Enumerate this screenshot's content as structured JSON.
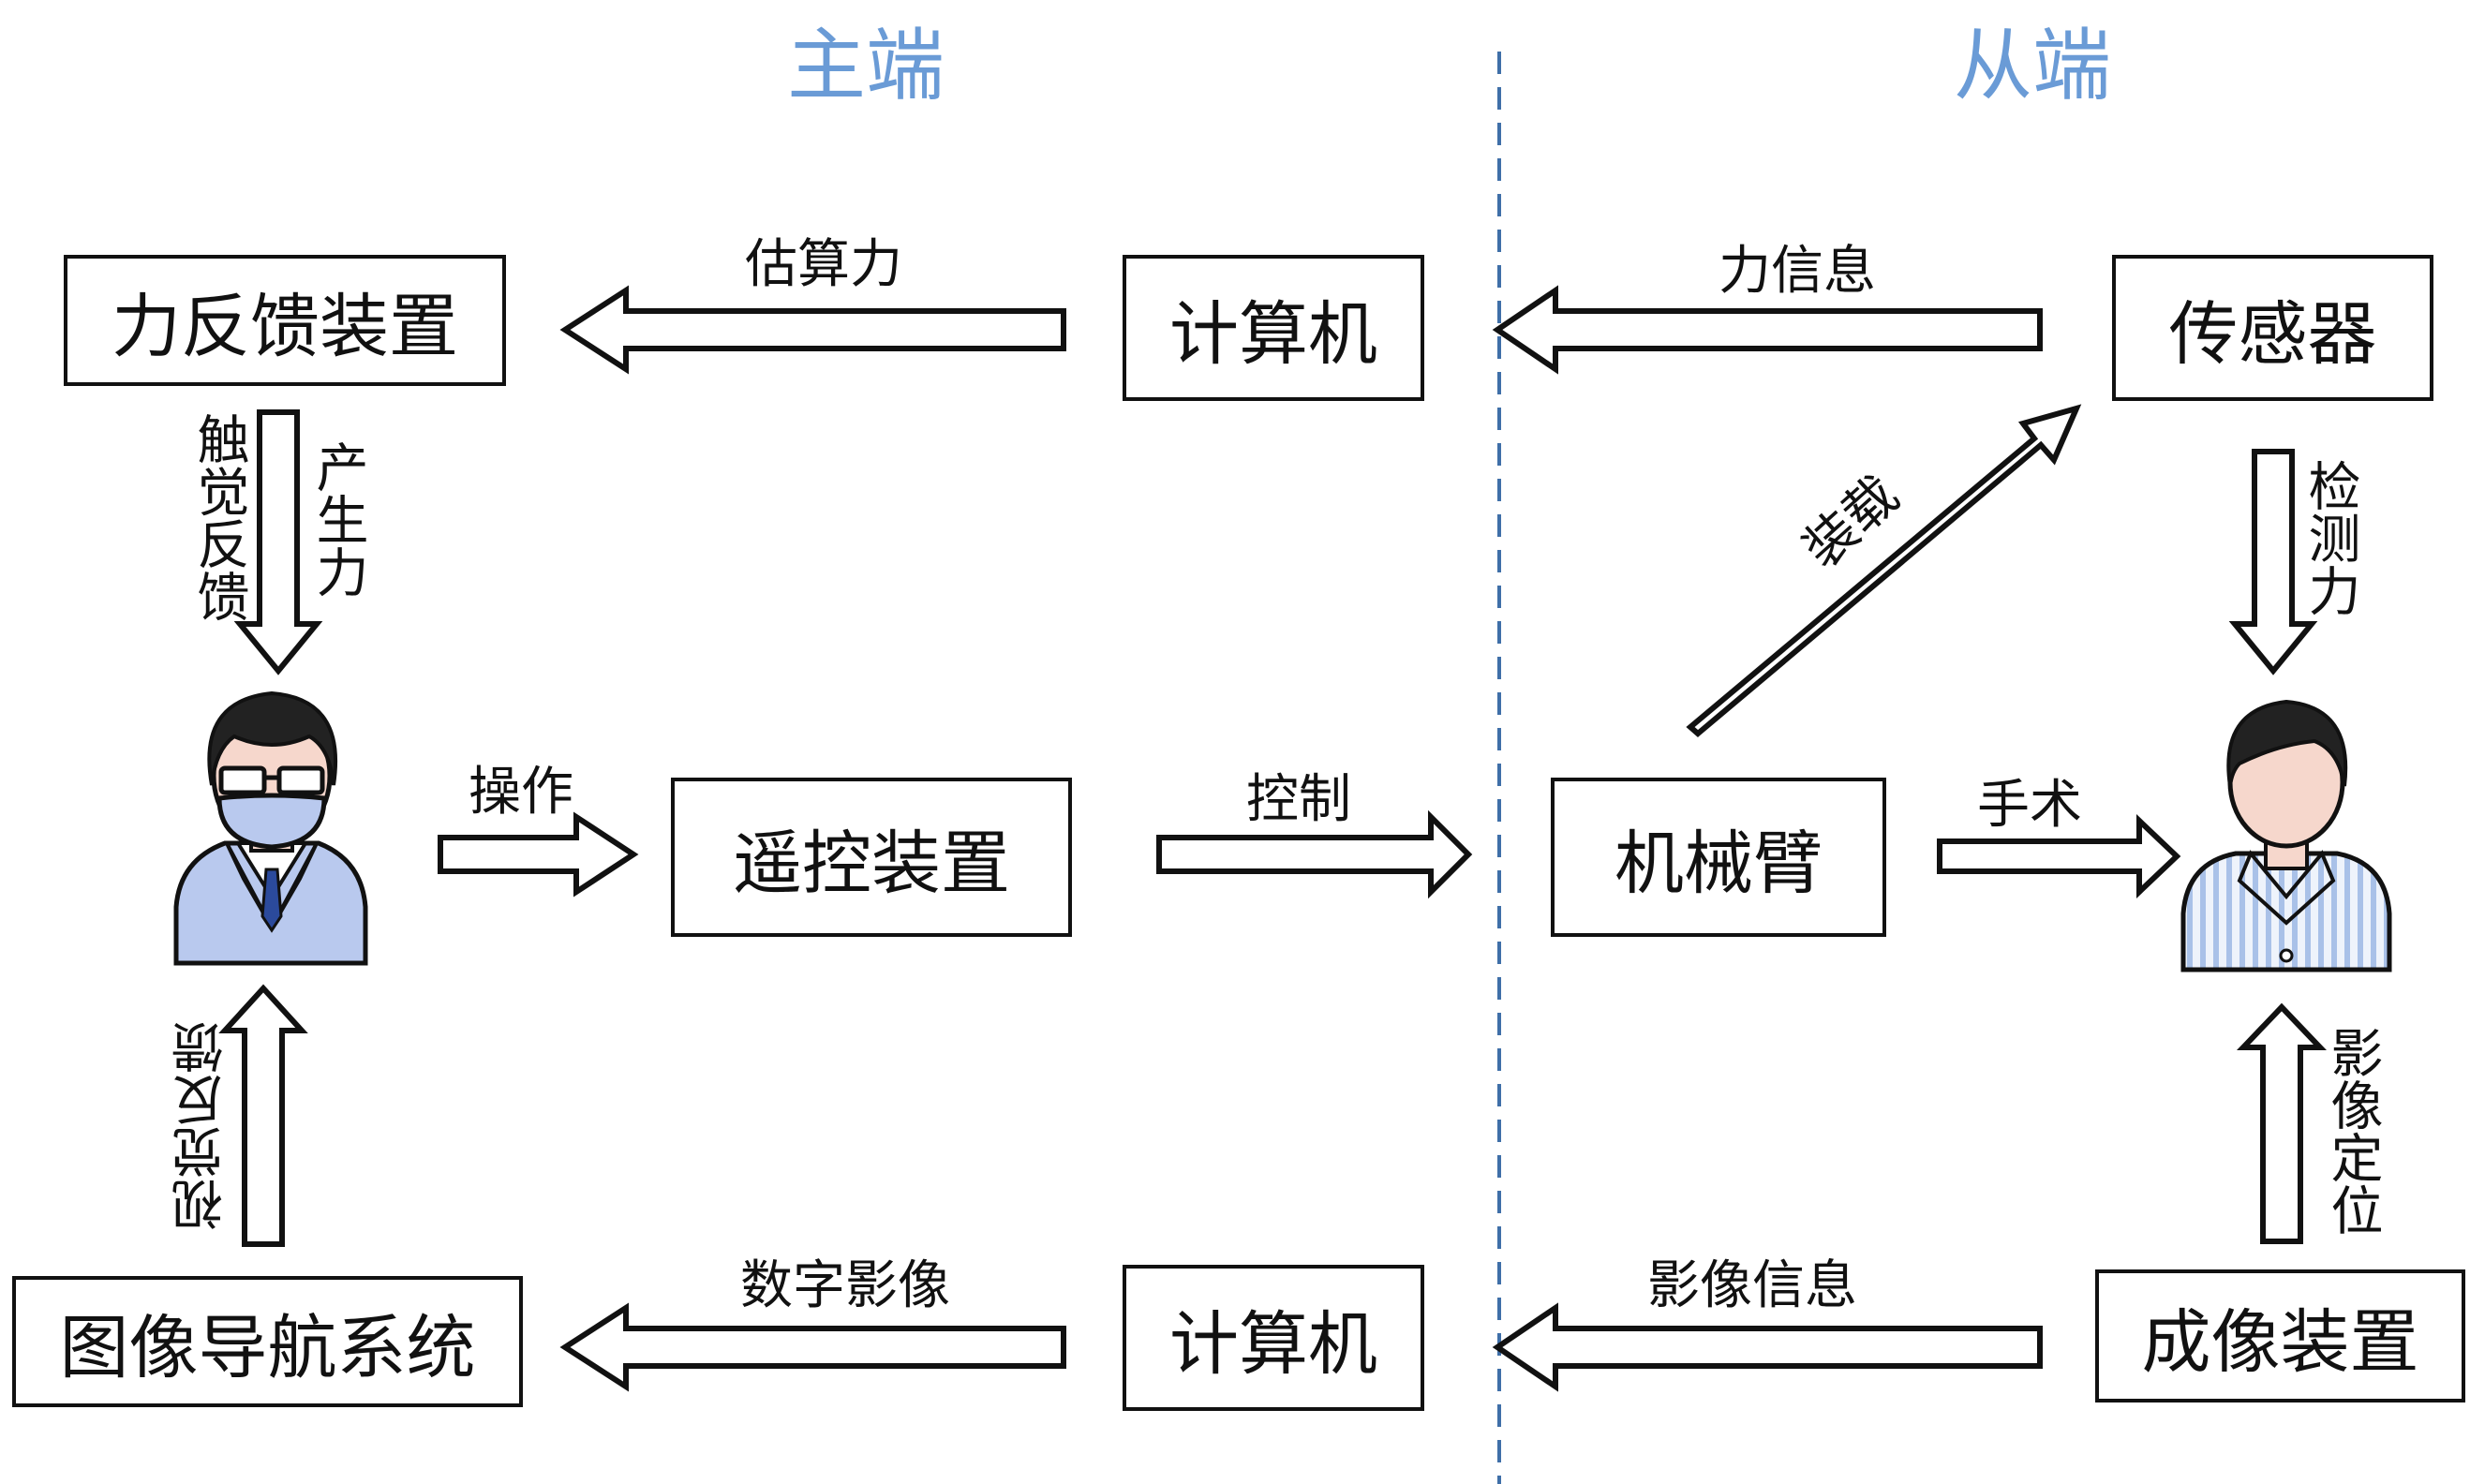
{
  "headers": {
    "master": "主端",
    "slave": "从端"
  },
  "boxes": {
    "force_feedback_device": "力反馈装置",
    "computer_top": "计算机",
    "sensor": "传感器",
    "teleoperation_device": "遥控装置",
    "robot_arm": "机械臂",
    "image_navigation_system": "图像导航系统",
    "computer_bottom": "计算机",
    "imaging_device": "成像装置"
  },
  "labels": {
    "estimate_force": "估算力",
    "force_info": "力信息",
    "haptic_feedback": "触觉反馈",
    "generate_force": "产生力",
    "mount": "装载",
    "detect_force": "检测力",
    "operate": "操作",
    "control": "控制",
    "surgery": "手术",
    "visual_feedback": "视觉反馈",
    "digital_image": "数字影像",
    "image_info": "影像信息",
    "image_localization": "影像定位"
  },
  "colors": {
    "header": "#6a9bd6",
    "divider": "#3f6fa8",
    "line": "#111111"
  },
  "figures": {
    "operator": "surgeon-figure",
    "patient": "patient-figure"
  }
}
